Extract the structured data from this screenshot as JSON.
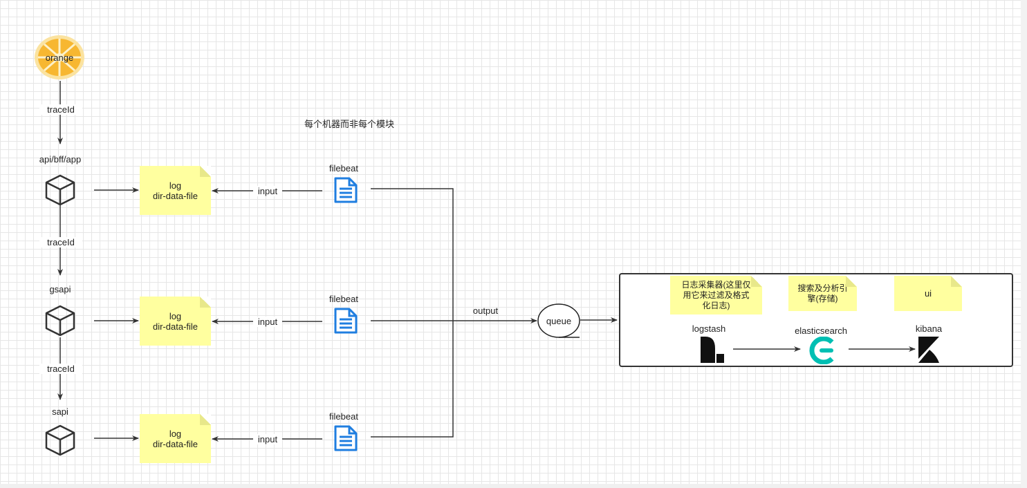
{
  "nodes": {
    "orange": "orange",
    "api": "api/bff/app",
    "gsapi": "gsapi",
    "sapi": "sapi",
    "queue": "queue"
  },
  "edges": {
    "traceid_1": "traceId",
    "traceid_2": "traceId",
    "traceid_3": "traceId",
    "input": "input",
    "output": "output"
  },
  "notes": {
    "log_file": "log\ndir-data-file",
    "logstash_desc": "日志采集器(这里仅\n用它来过滤及格式\n化日志)",
    "es_desc": "搜索及分析引\n擎(存储)",
    "ui": "ui"
  },
  "filebeat_label": "filebeat",
  "top_annotation": "每个机器而非每个模块",
  "elk": {
    "logstash": "logstash",
    "elasticsearch": "elasticsearch",
    "kibana": "kibana"
  },
  "colors": {
    "note_fill": "#ffff9f",
    "filebeat_icon": "#1f7ee0",
    "elasticsearch_icon": "#00bfb3",
    "orange_fill": "#f9c02e",
    "stroke": "#333333"
  },
  "icons": [
    "orange-icon",
    "cube-icon",
    "document-icon",
    "logstash-logo",
    "elasticsearch-logo",
    "kibana-logo"
  ]
}
